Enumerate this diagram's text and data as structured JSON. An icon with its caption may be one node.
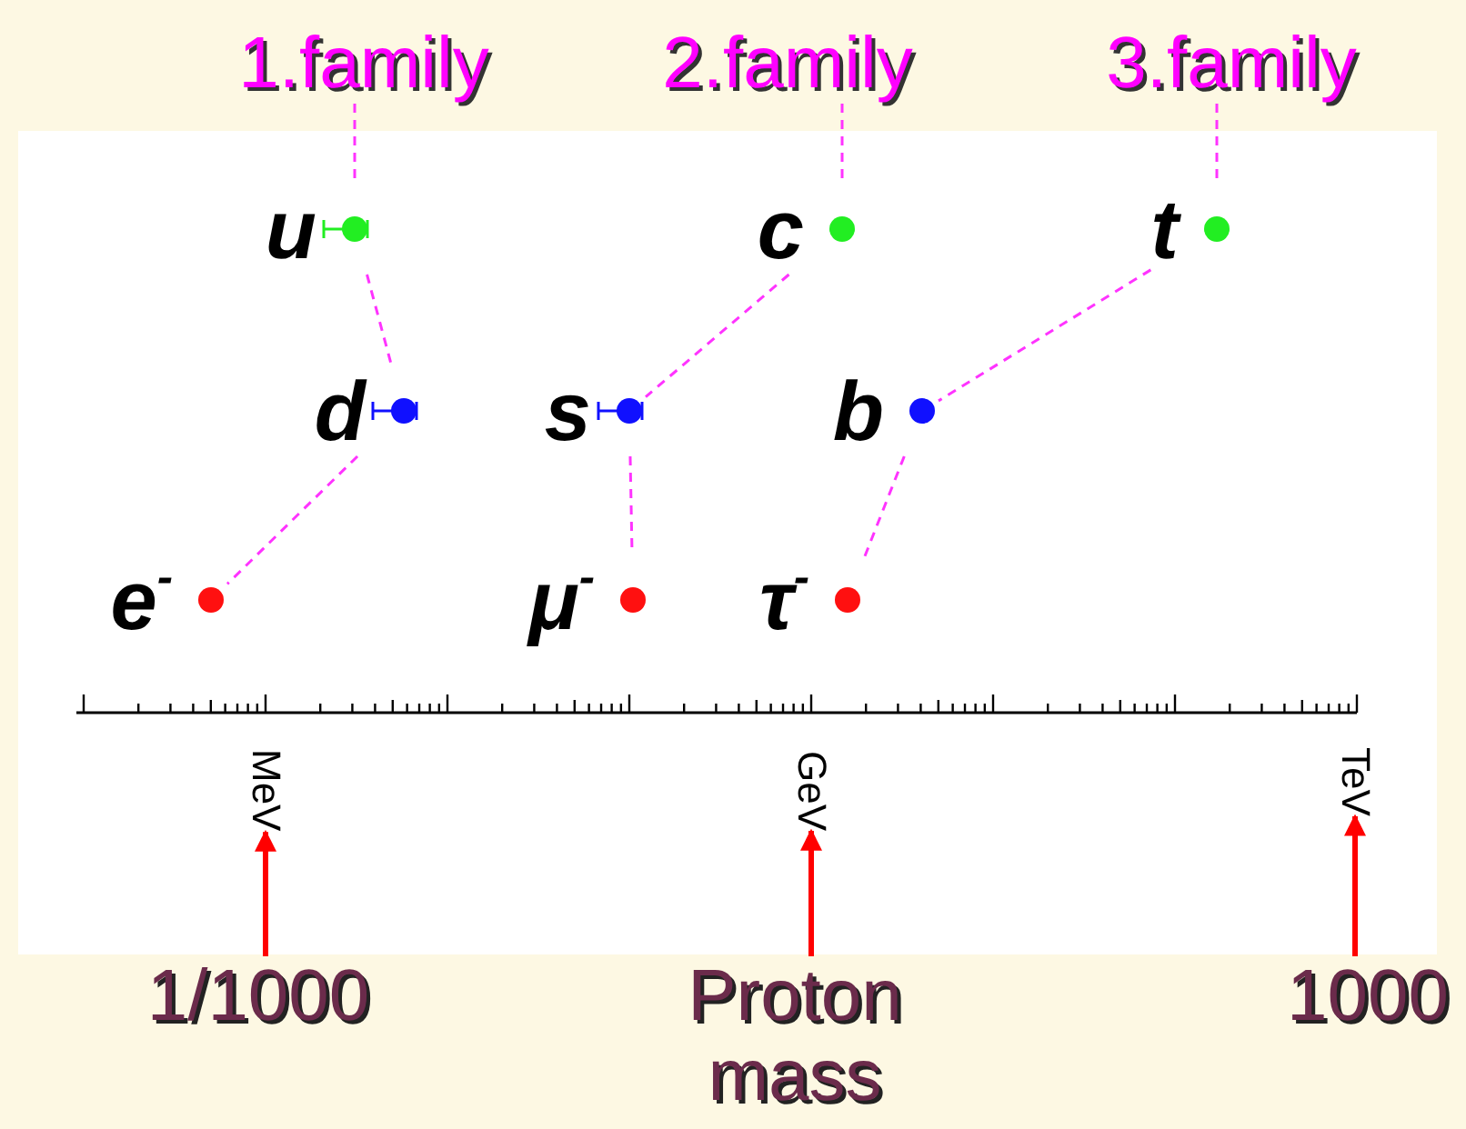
{
  "diagram": {
    "nodes": [
      {
        "text": [
          "1.family"
        ]
      },
      {
        "text": [
          "2.family"
        ]
      },
      {
        "text": [
          "3.family"
        ]
      },
      {
        "text": [
          "u"
        ]
      },
      {
        "text": [
          "c"
        ]
      },
      {
        "text": [
          "t"
        ]
      },
      {
        "text": [
          "d"
        ]
      },
      {
        "text": [
          "s"
        ]
      },
      {
        "text": [
          "b"
        ]
      },
      {
        "text": [
          "e$^{-}$"
        ]
      },
      {
        "text": [
          "μ$^{-}$"
        ]
      },
      {
        "text": [
          "τ$^{-}$"
        ]
      },
      {
        "text": [
          "MeV"
        ]
      },
      {
        "text": [
          "GeV"
        ]
      },
      {
        "text": [
          "TeV"
        ]
      },
      {
        "text": [
          "1/1000"
        ]
      },
      {
        "text": [
          "Proton mass"
        ]
      },
      {
        "text": [
          "1000"
        ]
      }
    ],
    "edges": [
      {
        "from": 0,
        "to": 3,
        "arrow": "none",
        "style": "dashed"
      },
      {
        "from": 3,
        "to": 6,
        "arrow": "none",
        "style": "dashed"
      },
      {
        "from": 6,
        "to": 9,
        "arrow": "none",
        "style": "dashed"
      },
      {
        "from": 1,
        "to": 4,
        "arrow": "none",
        "style": "dashed"
      },
      {
        "from": 4,
        "to": 7,
        "arrow": "none",
        "style": "dashed"
      },
      {
        "from": 7,
        "to": 10,
        "arrow": "none",
        "style": "dashed"
      },
      {
        "from": 2,
        "to": 5,
        "arrow": "none",
        "style": "dashed"
      },
      {
        "from": 5,
        "to": 8,
        "arrow": "none",
        "style": "dashed"
      },
      {
        "from": 8,
        "to": 11,
        "arrow": "none",
        "style": "dashed"
      },
      {
        "from": 15,
        "to": 12,
        "arrow": "to",
        "style": "thick",
        "color": "#ff0000"
      },
      {
        "from": 16,
        "to": 13,
        "arrow": "to",
        "style": "thick",
        "color": "#ff0000"
      },
      {
        "from": 17,
        "to": 14,
        "arrow": "to",
        "style": "thick",
        "color": "#ff0000"
      }
    ]
  }
}
